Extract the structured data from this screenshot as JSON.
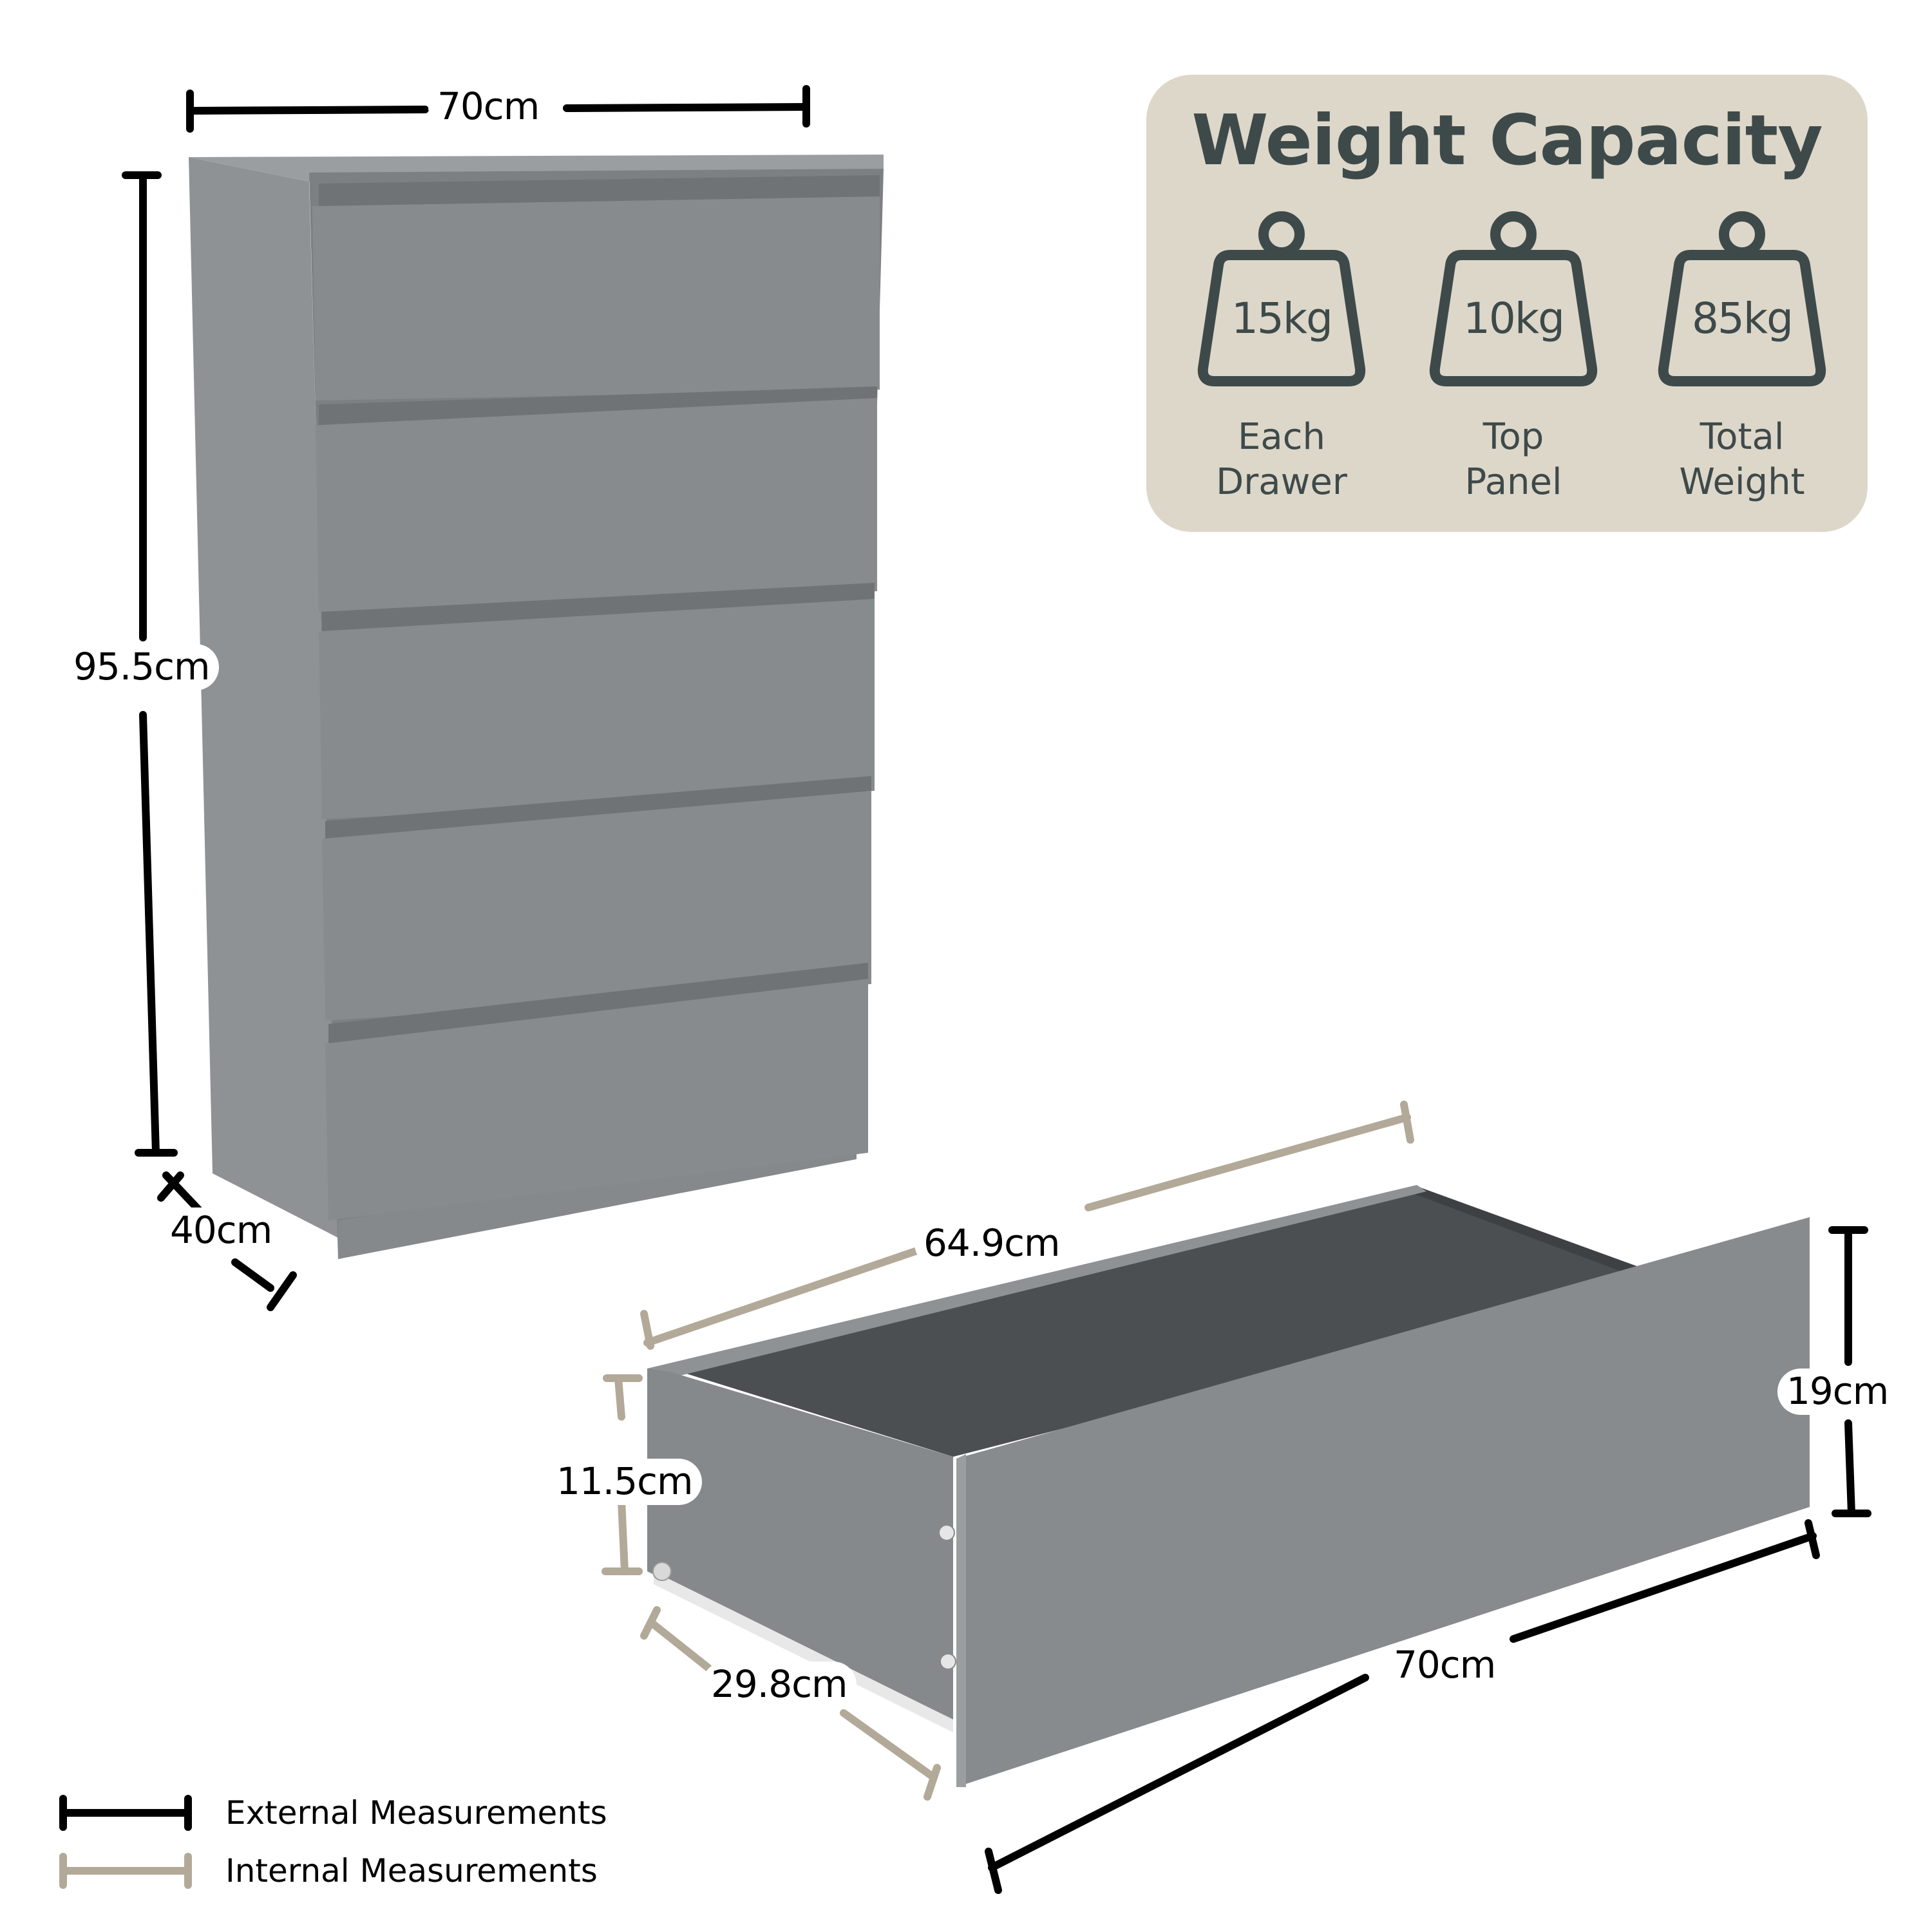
{
  "chest": {
    "width_label": "70cm",
    "height_label": "95.5cm",
    "depth_label": "40cm",
    "drawer_count": 5,
    "color": "#898d90"
  },
  "weight_capacity": {
    "title": "Weight Capacity",
    "items": [
      {
        "value": "15kg",
        "line1": "Each",
        "line2": "Drawer"
      },
      {
        "value": "10kg",
        "line1": "Top",
        "line2": "Panel"
      },
      {
        "value": "85kg",
        "line1": "Total",
        "line2": "Weight"
      }
    ],
    "background": "#ddd7ca",
    "ink": "#3e4a4a"
  },
  "drawer": {
    "internal_length_label": "64.9cm",
    "internal_height_label": "11.5cm",
    "internal_depth_label": "29.8cm",
    "external_height_label": "19cm",
    "external_width_label": "70cm"
  },
  "legend": {
    "external": {
      "label": "External Measurements",
      "color": "#000000"
    },
    "internal": {
      "label": "Internal Measurements",
      "color": "#b2a999"
    }
  }
}
